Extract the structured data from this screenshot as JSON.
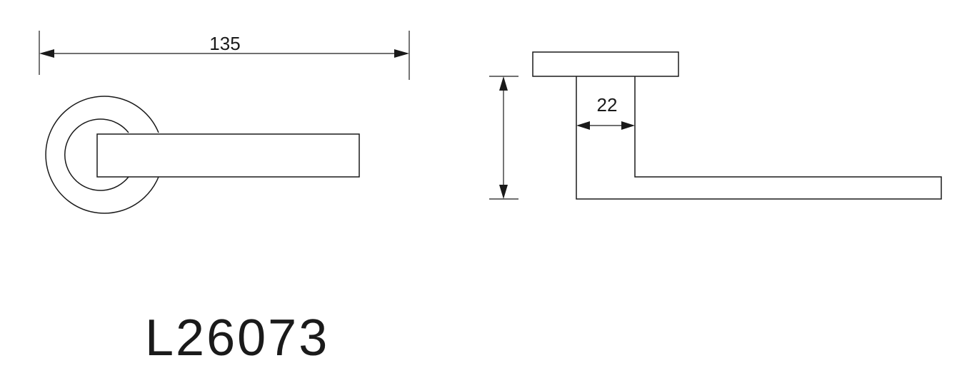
{
  "dimensions": {
    "overall_length": "135",
    "neck_width": "22"
  },
  "model": "L26073",
  "colors": {
    "ink": "#1a1a1a",
    "background": "#ffffff"
  }
}
